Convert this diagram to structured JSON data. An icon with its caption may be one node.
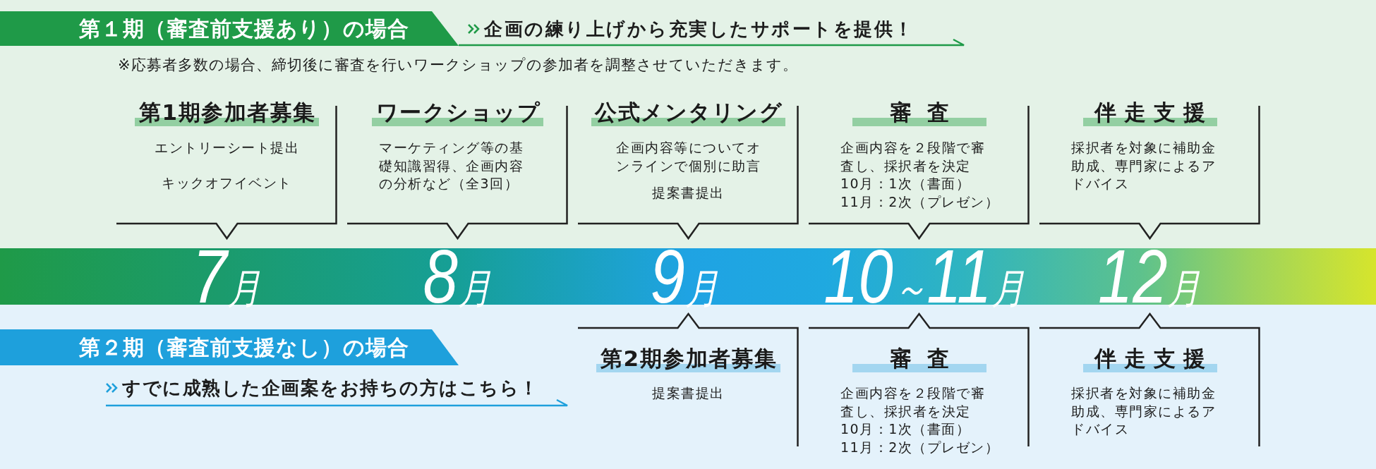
{
  "diagram": {
    "nodes": [
      {
        "text": [
          "第１期（審査前支援あり）の場合"
        ]
      },
      {
        "text": [
          "第1期参加者募集",
          "エントリーシート提出",
          "キックオフイベント"
        ]
      },
      {
        "text": [
          "ワークショップ",
          "マーケティング等の基礎知識習得、企画内容の分析など（全3回）"
        ]
      },
      {
        "text": [
          "公式メンタリング",
          "企画内容等についてオンラインで個別に助言",
          "提案書提出"
        ]
      },
      {
        "text": [
          "審査",
          "企画内容を２段階で審査し、採択者を決定",
          "10月：1次（書面）",
          "11月：2次（プレゼン）"
        ]
      },
      {
        "text": [
          "伴走支援",
          "採択者を対象に補助金助成、専門家によるアドバイス"
        ]
      },
      {
        "text": [
          "7月",
          "8月",
          "9月",
          "10～11月",
          "12月"
        ]
      },
      {
        "text": [
          "第２期（審査前支援なし）の場合"
        ]
      },
      {
        "text": [
          "第2期参加者募集",
          "提案書提出"
        ]
      },
      {
        "text": [
          "審査",
          "企画内容を２段階で審査し、採択者を決定",
          "10月：1次（書面）",
          "11月：2次（プレゼン）"
        ]
      },
      {
        "text": [
          "伴走支援",
          "採択者を対象に補助金助成、専門家によるアドバイス"
        ]
      }
    ],
    "labels": [
      "企画の練り上げから充実したサポートを提供！",
      "※応募者多数の場合、締切後に審査を行いワークショップの参加者を調整させていただきます。",
      "すでに成熟した企画案をお持ちの方はこちら！"
    ]
  }
}
